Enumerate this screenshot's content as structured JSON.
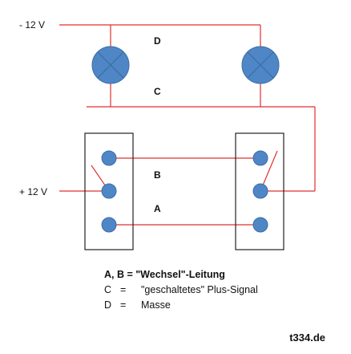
{
  "voltage_minus": "- 12 V",
  "voltage_plus": "+ 12 V",
  "labels": {
    "d": "D",
    "c": "C",
    "b": "B",
    "a": "A"
  },
  "legend": {
    "title": "A, B = \"Wechsel\"-Leitung",
    "rows": [
      {
        "key": "C",
        "eq": "=",
        "text": "\"geschaltetes\" Plus-Signal"
      },
      {
        "key": "D",
        "eq": "=",
        "text": "Masse"
      }
    ]
  },
  "brand": "t334.de",
  "colors": {
    "wire": "#e03030",
    "lamp": "#4f86c6",
    "switch_box": "#222222"
  }
}
